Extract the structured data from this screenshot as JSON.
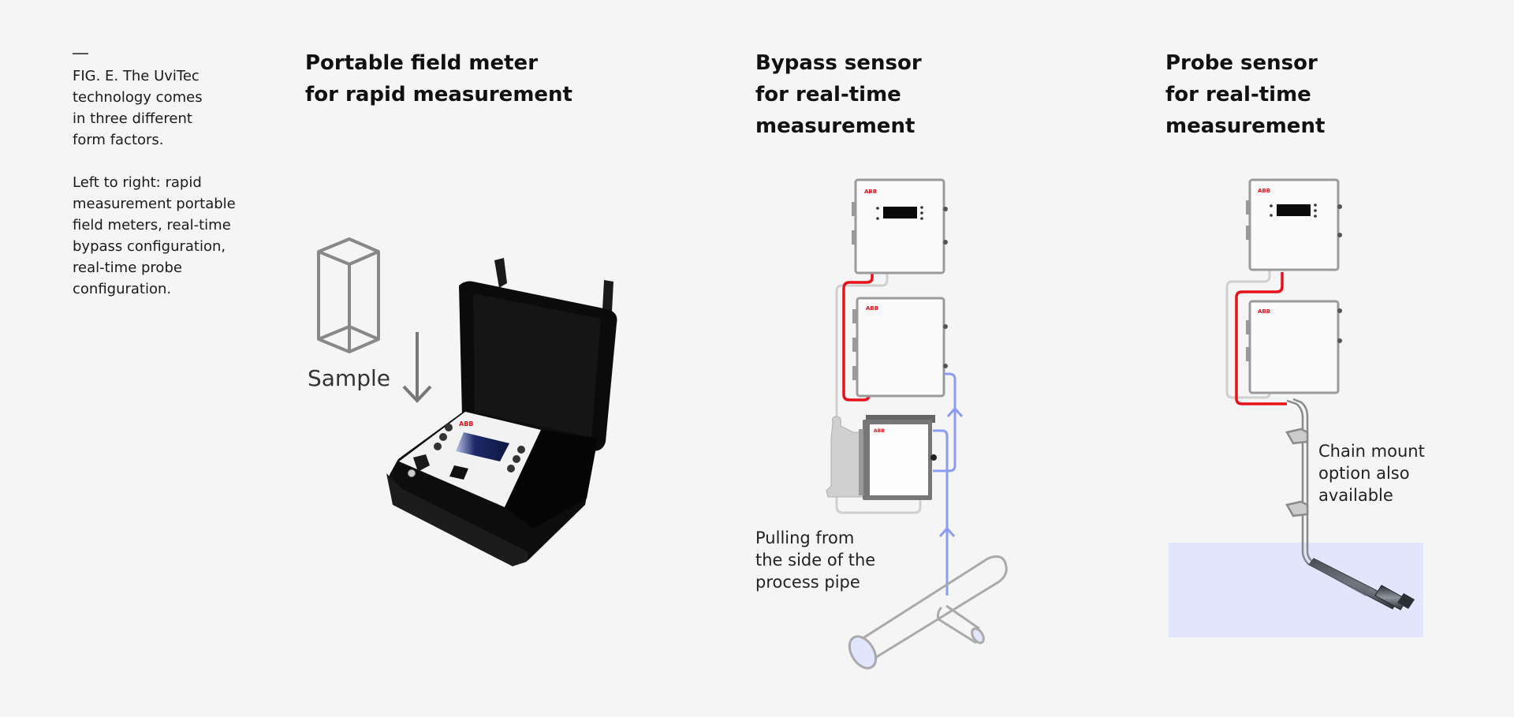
{
  "caption": {
    "figure_text": "FIG. E. The UviTec\ntechnology comes\nin three different\nform factors.",
    "description": "Left to right: rapid\nmeasurement portable\nfield meters, real-time\nbypass configuration,\nreal-time probe\nconfiguration."
  },
  "columns": [
    {
      "heading": "Portable field meter\nfor rapid measurement",
      "label": "Sample"
    },
    {
      "heading": "Bypass sensor\nfor real-time\nmeasurement",
      "label": "Pulling from\nthe side of the\nprocess pipe"
    },
    {
      "heading": "Probe sensor\nfor real-time\nmeasurement",
      "label": "Chain mount\noption also\navailable"
    }
  ],
  "device_brand": "ABB",
  "colors": {
    "background": "#f5f5f5",
    "power_cable": "#e8101a",
    "sample_flow": "#8c9cf5",
    "water_fill": "#e1e5fe",
    "outline_gray": "#888888"
  }
}
